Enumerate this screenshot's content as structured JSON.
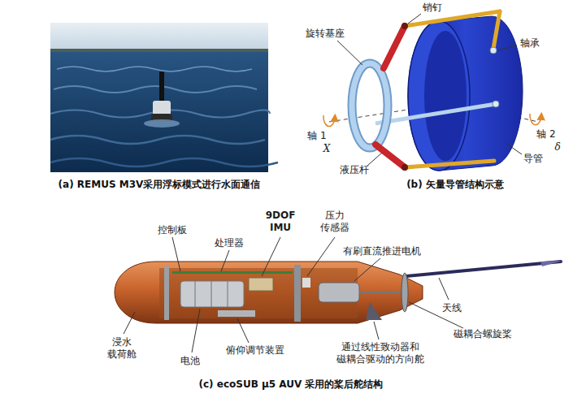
{
  "diagram": {
    "labels": [
      "(a) REMUS M3V采用浮标模式进行水面通信",
      "销钉",
      "旋转基座",
      "轴承",
      "轴 1",
      "X",
      "轴 2",
      "δ",
      "液压杆",
      "导管",
      "(b) 矢量导管结构示意",
      "控制板",
      "9DOF IMU",
      "压力 传感器",
      "处理器",
      "有刷直流推进电机",
      "天线",
      "浸水 载荷舱",
      "电池",
      "俯仰调节装置",
      "通过线性致动器和 磁耦合驱动的方向舵",
      "磁耦合螺旋桨",
      "(c) ecoSUB μ5 AUV 采用的桨后舵结构"
    ]
  }
}
